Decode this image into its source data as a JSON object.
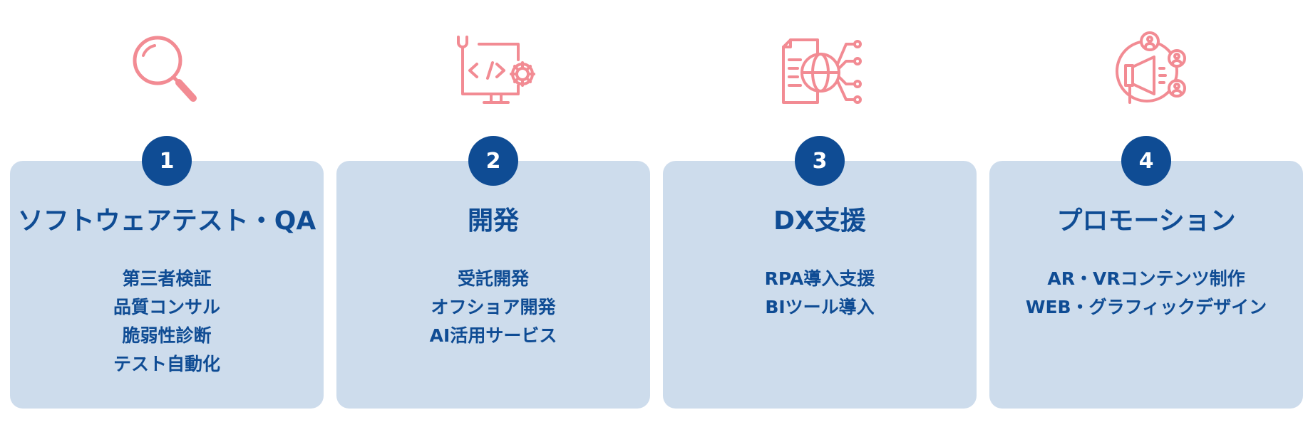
{
  "colors": {
    "accent": "#0f4c94",
    "card_bg": "#cddcec",
    "icon_stroke": "#f28b93"
  },
  "services": [
    {
      "number": "1",
      "icon": "magnifying-glass-icon",
      "title": "ソフトウェアテスト・QA",
      "items": [
        "第三者検証",
        "品質コンサル",
        "脆弱性診断",
        "テスト自動化"
      ]
    },
    {
      "number": "2",
      "icon": "code-monitor-icon",
      "title": "開発",
      "items": [
        "受託開発",
        "オフショア開発",
        "AI活用サービス"
      ]
    },
    {
      "number": "3",
      "icon": "document-globe-network-icon",
      "title": "DX支援",
      "items": [
        "RPA導入支援",
        "BIツール導入"
      ]
    },
    {
      "number": "4",
      "icon": "megaphone-people-icon",
      "title": "プロモーション",
      "items": [
        "AR・VRコンテンツ制作",
        "WEB・グラフィックデザイン"
      ]
    }
  ]
}
